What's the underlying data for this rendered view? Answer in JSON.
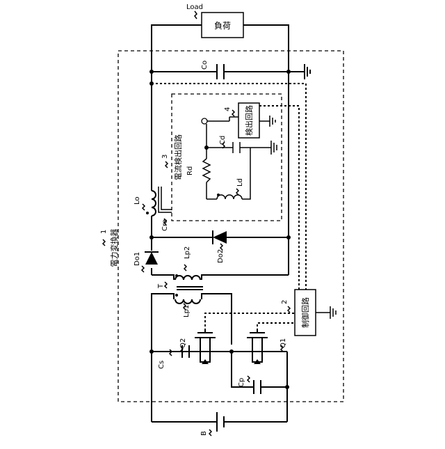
{
  "labels": {
    "converter_ref": "1",
    "converter_name": "電力変換器",
    "control_ref": "2",
    "control_name": "制御回路",
    "current_detect_ref": "3",
    "current_detect_name": "電流検出回路",
    "detect_ref": "4",
    "detect_name": "検出回路",
    "load_tag": "Load",
    "load_name": "負荷",
    "battery": "B",
    "cs": "Cs",
    "cp": "Cp",
    "co": "Co",
    "cd": "Cd",
    "rd": "Rd",
    "ld": "Ld",
    "lo": "Lo",
    "cre": "Cre",
    "do1": "Do1",
    "do2": "Do2",
    "t": "T",
    "lp1": "Lp1",
    "lp2": "Lp2",
    "q1": "Q1",
    "q2": "Q2"
  }
}
